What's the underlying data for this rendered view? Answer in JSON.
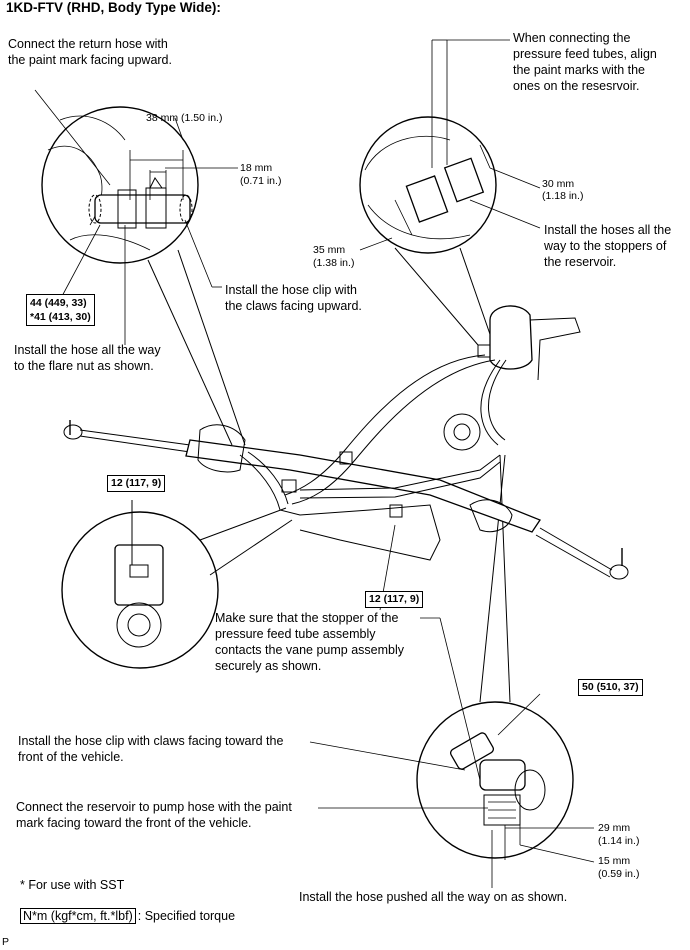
{
  "title": "1KD-FTV (RHD, Body Type Wide):",
  "notes": {
    "return_hose_1": "Connect the return hose with",
    "return_hose_2": "the paint mark facing upward.",
    "pressure_feed_1": "When connecting the",
    "pressure_feed_2": "pressure feed tubes, align",
    "pressure_feed_3": "the paint marks with the",
    "pressure_feed_4": "ones on the resesrvoir.",
    "stoppers_1": "Install the hoses all the",
    "stoppers_2": "way to the stoppers of",
    "stoppers_3": "the reservoir.",
    "hose_clip_up_1": "Install the hose clip with",
    "hose_clip_up_2": "the claws facing upward.",
    "flare_nut_1": "Install the hose all the way",
    "flare_nut_2": "to the flare nut as shown.",
    "stopper_tube_1": "Make sure that the stopper of the",
    "stopper_tube_2": "pressure feed tube assembly",
    "stopper_tube_3": "contacts the vane pump assembly",
    "stopper_tube_4": "securely as shown.",
    "clip_front_1": "Install the hose clip with claws facing toward the",
    "clip_front_2": "front of the vehicle.",
    "reservoir_pump_1": "Connect the reservoir to pump hose with the paint",
    "reservoir_pump_2": "mark facing toward the front of the vehicle.",
    "pushed_all_way": "Install the hose pushed all the way on as shown.",
    "sst_note": "* For use with SST",
    "torque_box": "N*m (kgf*cm, ft.*lbf)",
    "torque_legend": ": Specified torque",
    "corner_mark": "P"
  },
  "dimensions": {
    "d38_mm": "38 mm (1.50 in.)",
    "d18_mm": "18 mm",
    "d18_in": "(0.71 in.)",
    "d30_mm": "30 mm",
    "d30_in": "(1.18 in.)",
    "d35_mm": "35 mm",
    "d35_in": "(1.38 in.)",
    "d29_mm": "29 mm",
    "d29_in": "(1.14 in.)",
    "d15_mm": "15 mm",
    "d15_in": "(0.59 in.)"
  },
  "torques": {
    "t44": "44 (449, 33)",
    "t41": "*41 (413, 30)",
    "t12_left": "12 (117, 9)",
    "t12_center": "12 (117, 9)",
    "t50": "50 (510, 37)"
  }
}
